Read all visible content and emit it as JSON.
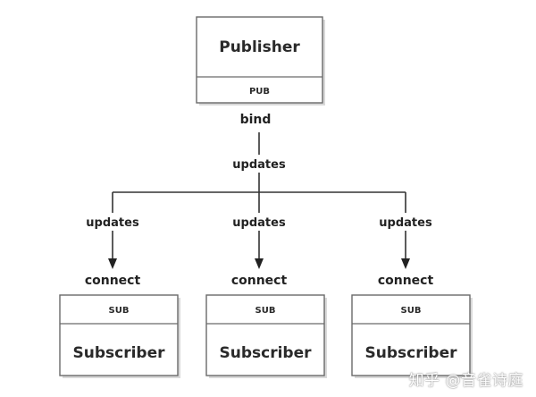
{
  "publisher": {
    "title": "Publisher",
    "socket": "PUB",
    "bind_label": "bind"
  },
  "trunk_label": "updates",
  "subscribers": [
    {
      "title": "Subscriber",
      "socket": "SUB",
      "connect_label": "connect",
      "updates_label": "updates"
    },
    {
      "title": "Subscriber",
      "socket": "SUB",
      "connect_label": "connect",
      "updates_label": "updates"
    },
    {
      "title": "Subscriber",
      "socket": "SUB",
      "connect_label": "connect",
      "updates_label": "updates"
    }
  ],
  "watermark": "知乎 @音雀诗庭"
}
